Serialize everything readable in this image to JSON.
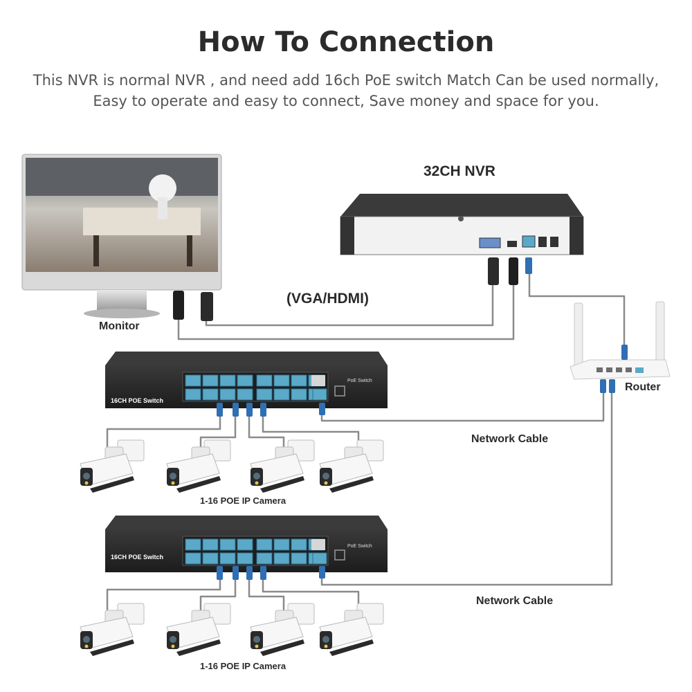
{
  "header": {
    "title": "How To Connection",
    "line1": "This NVR is normal NVR , and need add 16ch PoE switch Match Can be used normally,",
    "line2": "Easy to operate and easy to connect,   Save money and space for you."
  },
  "labels": {
    "nvr": "32CH NVR",
    "monitor": "Monitor",
    "video_cable": "(VGA/HDMI)",
    "router": "Router",
    "network_cable_1": "Network Cable",
    "network_cable_2": "Network Cable",
    "camera_group_1": "1-16 POE IP Camera",
    "camera_group_2": "1-16 POE IP Camera"
  },
  "switches": [
    {
      "name": "16CH POE Switch",
      "badge": "PoE Switch"
    },
    {
      "name": "16CH POE Switch",
      "badge": "PoE Switch"
    }
  ],
  "colors": {
    "cable": "#8a8a8a",
    "port": "#5aa9c9",
    "connector": "#2f6fb3",
    "device_dark": "#2b2b2b"
  }
}
